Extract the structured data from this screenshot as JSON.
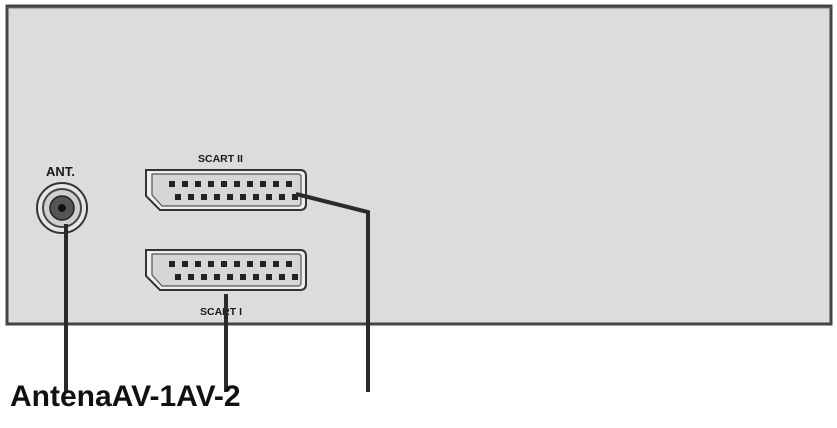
{
  "panel": {
    "ant_label": "ANT.",
    "scart2_label": "SCART II",
    "scart1_label": "SCART I",
    "colors": {
      "panel_fill": "#dcdcdc",
      "panel_border": "#444444",
      "line": "#2a2a2a"
    }
  },
  "callouts": {
    "text": "AntenaAV-1AV-2"
  },
  "icons": [
    "antenna-connector-icon",
    "scart-connector-icon"
  ]
}
